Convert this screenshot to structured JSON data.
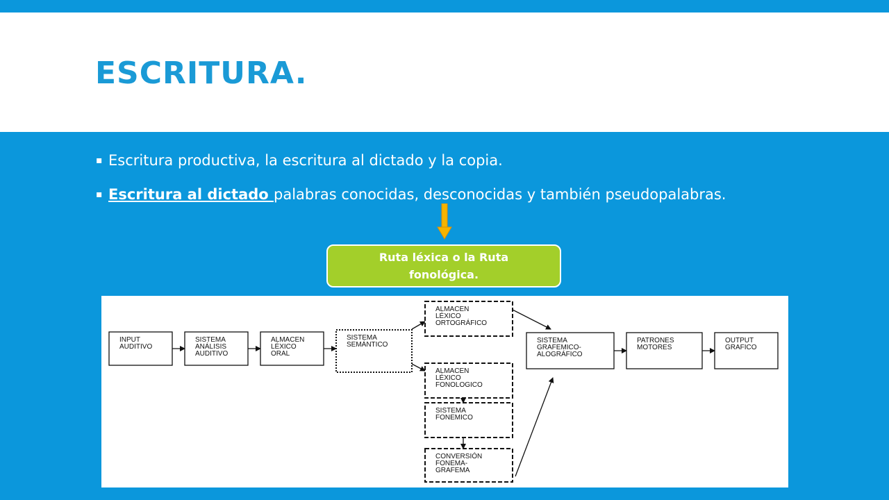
{
  "slide": {
    "title": "ESCRITURA.",
    "bullets": [
      {
        "text": "Escritura productiva, la escritura al dictado y la copia."
      },
      {
        "emphasis": "Escritura al dictado ",
        "text": "palabras conocidas, desconocidas y también pseudopalabras."
      }
    ],
    "route_box": {
      "text": "Ruta léxica o la Ruta fonológica."
    },
    "colors": {
      "background": "#0b97dc",
      "title": "#1a9ad6",
      "route_box": "#a3cf2a",
      "arrow": "#f5b400"
    }
  },
  "diagram": {
    "nodes": [
      {
        "id": "input",
        "lines": [
          "INPUT",
          "AUDITIVO"
        ],
        "style": "solid"
      },
      {
        "id": "analisis",
        "lines": [
          "SISTEMA",
          "ANÁLISIS",
          "AUDITIVO"
        ],
        "style": "solid"
      },
      {
        "id": "almacen_oral",
        "lines": [
          "ALMACEN",
          "LÉXICO",
          "ORAL"
        ],
        "style": "solid"
      },
      {
        "id": "semantico",
        "lines": [
          "SISTEMA",
          "SEMÁNTICO"
        ],
        "style": "dotted"
      },
      {
        "id": "ortografico",
        "lines": [
          "ALMACEN",
          "LÉXICO",
          "ORTOGRÁFICO"
        ],
        "style": "dashed"
      },
      {
        "id": "fonologico",
        "lines": [
          "ALMACEN",
          "LÉXICO",
          "FONOLOGICO"
        ],
        "style": "dashed"
      },
      {
        "id": "fonemico",
        "lines": [
          "SISTEMA",
          "FONEMICO"
        ],
        "style": "dashed"
      },
      {
        "id": "conversion",
        "lines": [
          "CONVERSIÓN",
          "FONEMA-",
          "GRAFEMA"
        ],
        "style": "dashed"
      },
      {
        "id": "grafemico",
        "lines": [
          "SISTEMA",
          "GRAFEMICO-",
          "ALOGRÁFICO"
        ],
        "style": "solid"
      },
      {
        "id": "patrones",
        "lines": [
          "PATRONES",
          "MOTORES"
        ],
        "style": "solid"
      },
      {
        "id": "output",
        "lines": [
          "OUTPUT",
          "GRAFICO"
        ],
        "style": "solid"
      }
    ]
  }
}
